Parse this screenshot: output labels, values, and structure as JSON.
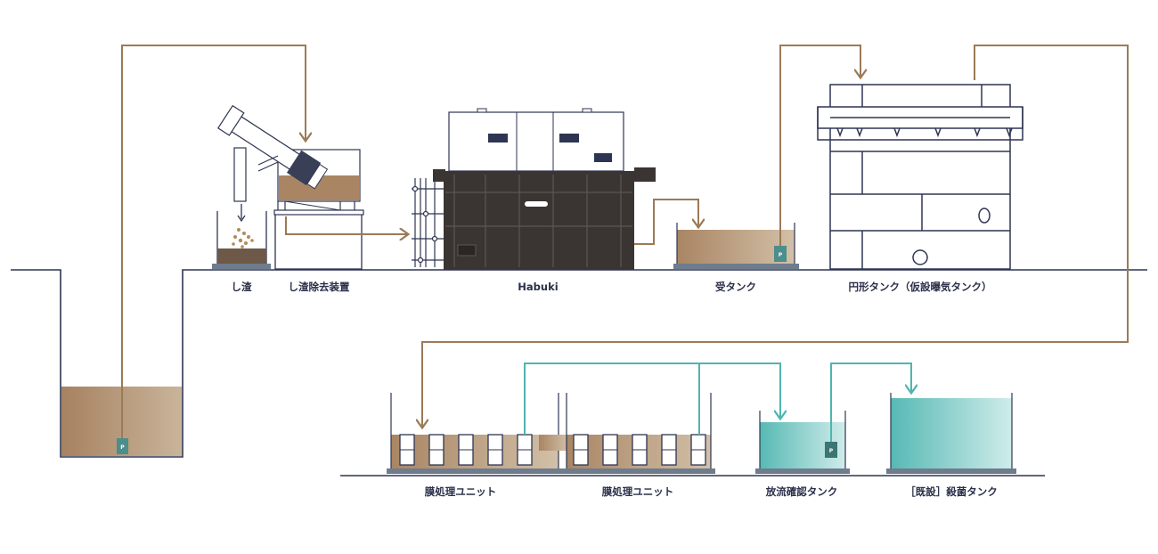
{
  "colors": {
    "outline": "#2e3552",
    "brown_flow": "#9b7a57",
    "teal_flow": "#4fb5ae",
    "sludge": "#a0805c",
    "water": "#5dbfba",
    "pump": "#4c8e8c",
    "machine_dark": "#3a3532"
  },
  "pump_marker": "P",
  "labels": {
    "shisa": "し渣",
    "shisa_remover": "し渣除去装置",
    "habuki": "Habuki",
    "receiving_tank": "受タンク",
    "circular_tank": "円形タンク（仮設曝気タンク）",
    "membrane_unit_1": "膜処理ユニット",
    "membrane_unit_2": "膜処理ユニット",
    "discharge_check_tank": "放流確認タンク",
    "sterilization_tank": "［既設］殺菌タンク"
  }
}
